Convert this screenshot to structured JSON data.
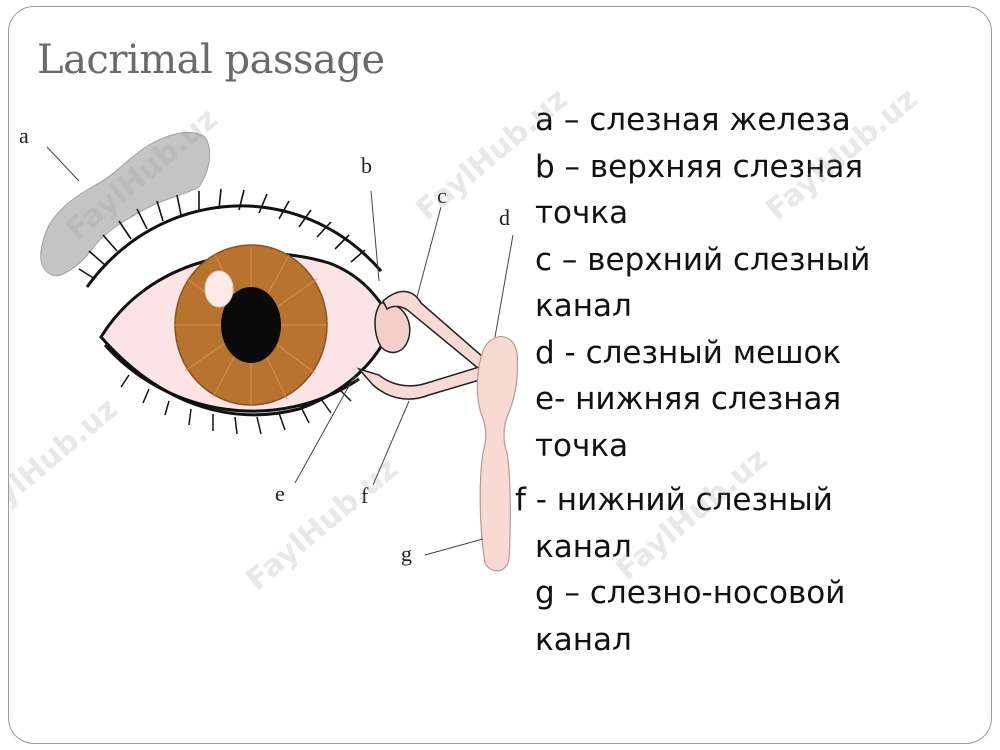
{
  "title": "Lacrimal passage",
  "labels": {
    "a": "a",
    "b": "b",
    "c": "c",
    "d": "d",
    "e": "e",
    "f": "f",
    "g": "g"
  },
  "legend": [
    "a – слезная железа",
    "b – верхняя слезная",
    "точка",
    "c – верхний слезный",
    "канал",
    "d -  слезный мешок",
    "e- нижняя слезная",
    "точка",
    "f -  нижний слезный",
    "канал",
    "g – слезно-носовой",
    "канал"
  ],
  "watermark": "FaylHub.uz",
  "colors": {
    "iris": "#b8732e",
    "ducts": "#f9d9d3",
    "gland": "#c4c4c4",
    "sclera": "#fce4e6"
  }
}
